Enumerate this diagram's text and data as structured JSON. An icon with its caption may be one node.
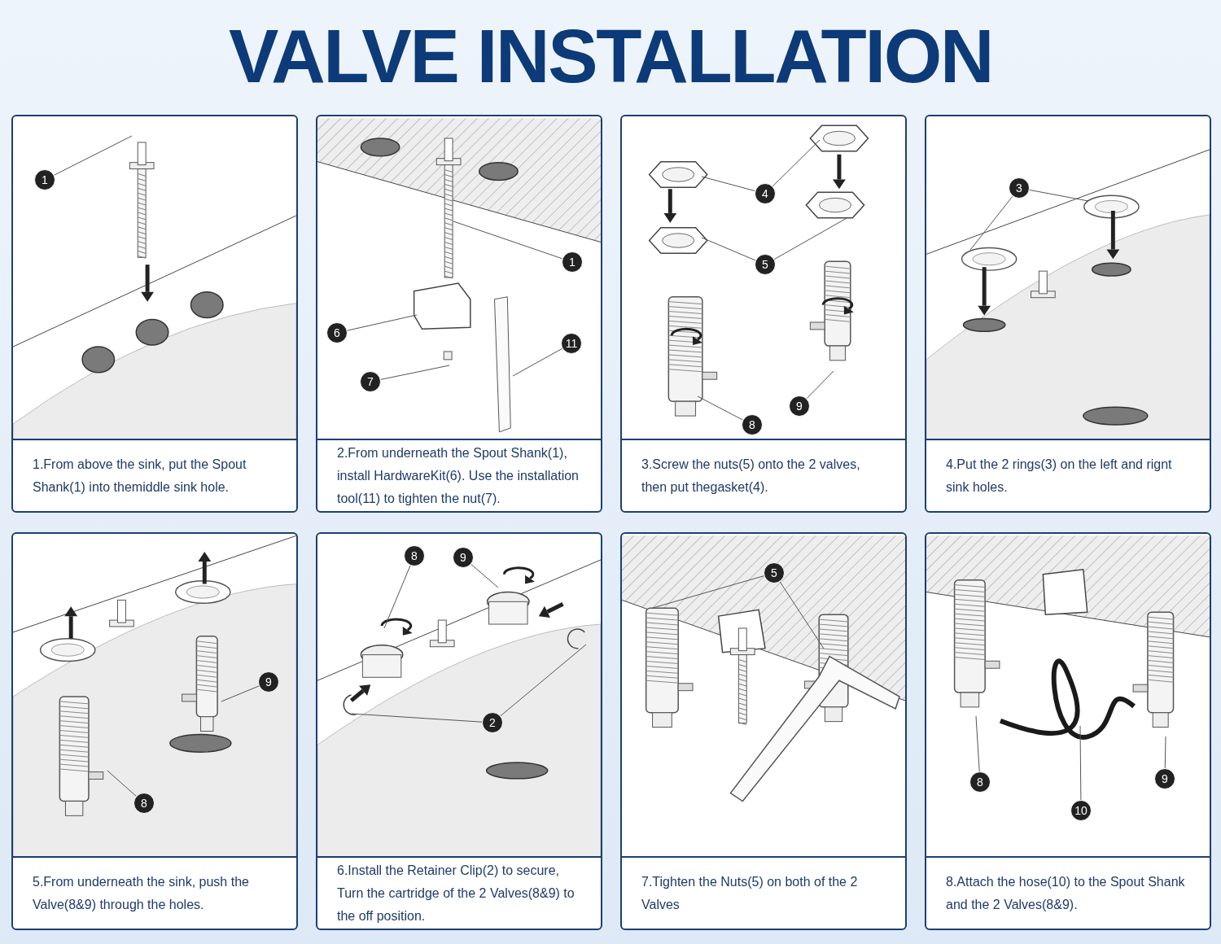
{
  "diagram": {
    "title": "VALVE INSTALLATION",
    "nodes": [
      {
        "text": [
          "1.From above the sink, put the Spout Shank(1) into themiddle sink hole."
        ]
      },
      {
        "text": [
          "1"
        ],
        "in": 0
      },
      {
        "text": [
          "2.From underneath the Spout Shank(1), install HardwareKit(6). Use the installation tool(11) to tighten the nut(7)."
        ]
      },
      {
        "text": [
          "1"
        ],
        "in": 2
      },
      {
        "text": [
          "6"
        ],
        "in": 2
      },
      {
        "text": [
          "7"
        ],
        "in": 2
      },
      {
        "text": [
          "11"
        ],
        "in": 2
      },
      {
        "text": [
          "3.Screw the nuts(5) onto the 2 valves, then put thegasket(4)."
        ]
      },
      {
        "text": [
          "4"
        ],
        "in": 7
      },
      {
        "text": [
          "5"
        ],
        "in": 7
      },
      {
        "text": [
          "8"
        ],
        "in": 7
      },
      {
        "text": [
          "9"
        ],
        "in": 7
      },
      {
        "text": [
          "4.Put the 2 rings(3) on the left and rignt sink holes."
        ]
      },
      {
        "text": [
          "3"
        ],
        "in": 12
      },
      {
        "text": [
          "5.From underneath the sink, push the Valve(8&9) through the holes."
        ]
      },
      {
        "text": [
          "9"
        ],
        "in": 14
      },
      {
        "text": [
          "8"
        ],
        "in": 14
      },
      {
        "text": [
          "6.Install the Retainer Clip(2) to secure, Turn the cartridge of the 2 Valves(8&9) to the off position."
        ]
      },
      {
        "text": [
          "8"
        ],
        "in": 17
      },
      {
        "text": [
          "9"
        ],
        "in": 17
      },
      {
        "text": [
          "2"
        ],
        "in": 17
      },
      {
        "text": [
          "7.Tighten the Nuts(5) on both of the 2 Valves"
        ]
      },
      {
        "text": [
          "5"
        ],
        "in": 21
      },
      {
        "text": [
          "8.Attach the hose(10) to the Spout Shank and the 2 Valves(8&9)."
        ]
      },
      {
        "text": [
          "8"
        ],
        "in": 23
      },
      {
        "text": [
          "10"
        ],
        "in": 23
      },
      {
        "text": [
          "9"
        ],
        "in": 23
      }
    ],
    "edges": [
      {
        "from": 1,
        "to": null,
        "arrow": "none"
      },
      {
        "from": 3,
        "to": null,
        "arrow": "none"
      },
      {
        "from": 4,
        "to": null,
        "arrow": "none"
      },
      {
        "from": 5,
        "to": null,
        "arrow": "none"
      },
      {
        "from": 6,
        "to": null,
        "arrow": "none"
      },
      {
        "from": 8,
        "to": null,
        "arrow": "none"
      },
      {
        "from": 8,
        "to": null,
        "arrow": "none"
      },
      {
        "from": 9,
        "to": null,
        "arrow": "none"
      },
      {
        "from": 9,
        "to": null,
        "arrow": "none"
      },
      {
        "from": 10,
        "to": null,
        "arrow": "none"
      },
      {
        "from": 11,
        "to": null,
        "arrow": "none"
      },
      {
        "from": 13,
        "to": null,
        "arrow": "none"
      },
      {
        "from": 13,
        "to": null,
        "arrow": "none"
      },
      {
        "from": 15,
        "to": null,
        "arrow": "none"
      },
      {
        "from": 16,
        "to": null,
        "arrow": "none"
      },
      {
        "from": 18,
        "to": null,
        "arrow": "none"
      },
      {
        "from": 19,
        "to": null,
        "arrow": "none"
      },
      {
        "from": 20,
        "to": null,
        "arrow": "none"
      },
      {
        "from": 20,
        "to": null,
        "arrow": "none"
      },
      {
        "from": 22,
        "to": null,
        "arrow": "none"
      },
      {
        "from": 22,
        "to": null,
        "arrow": "none"
      },
      {
        "from": 24,
        "to": null,
        "arrow": "none"
      },
      {
        "from": 25,
        "to": null,
        "arrow": "none"
      },
      {
        "from": 26,
        "to": null,
        "arrow": "none"
      }
    ]
  }
}
